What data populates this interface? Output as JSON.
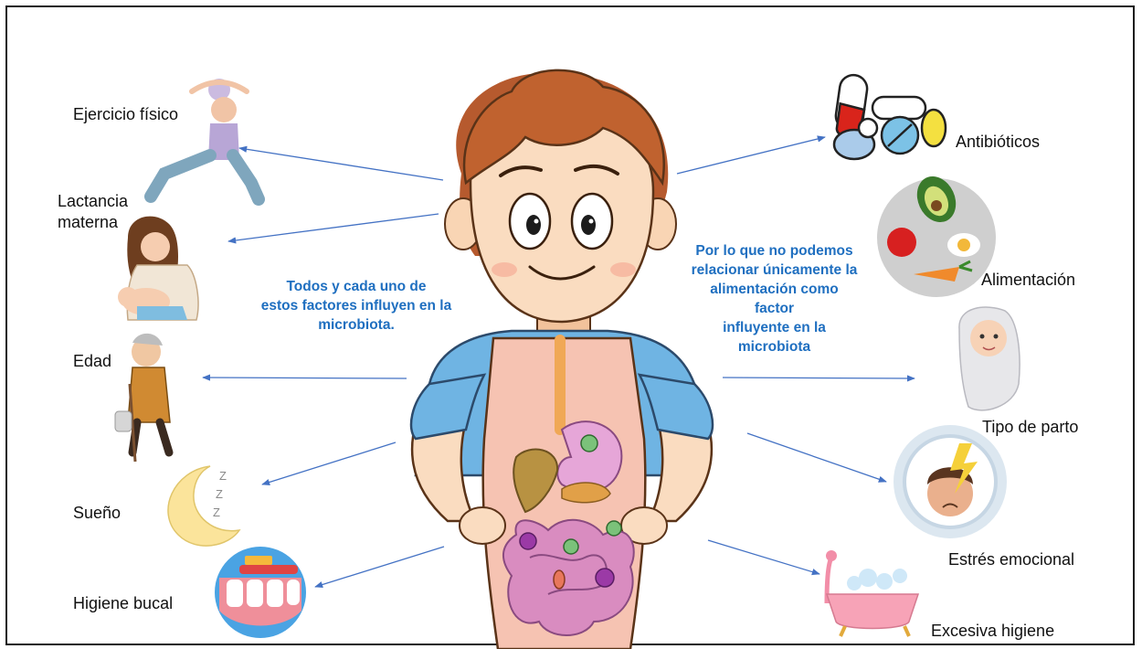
{
  "factors_left": {
    "exercise": "Ejercicio físico",
    "breastfeeding_1": "Lactancia",
    "breastfeeding_2": "materna",
    "age": "Edad",
    "sleep": "Sueño",
    "oral_hygiene": "Higiene bucal"
  },
  "factors_right": {
    "antibiotics": "Antibióticos",
    "diet": "Alimentación",
    "birth_type": "Tipo de parto",
    "stress": "Estrés emocional",
    "excess_hygiene": "Excesiva higiene"
  },
  "note_left": {
    "line1": "Todos y cada uno de",
    "line2": "estos factores influyen en la",
    "line3": "microbiota."
  },
  "note_right": {
    "line1": "Por lo que no podemos",
    "line2": "relacionar únicamente la",
    "line3": "alimentación como",
    "line4": "factor",
    "line5": "influyente en la",
    "line6": "microbiota"
  },
  "icons": {
    "exercise": "yoga-woman-icon",
    "breastfeeding": "mother-nursing-icon",
    "age": "elderly-man-icon",
    "sleep": "moon-sleep-icon",
    "oral_hygiene": "teeth-brushing-icon",
    "antibiotics": "pills-icon",
    "diet": "food-plate-icon",
    "birth_type": "swaddled-baby-icon",
    "stress": "stressed-head-gear-icon",
    "excess_hygiene": "bathtub-icon",
    "center": "boy-digestive-system-illustration"
  },
  "colors": {
    "note_text": "#1f6fc0",
    "arrow": "#4472c4",
    "frame": "#1a1a1a"
  }
}
